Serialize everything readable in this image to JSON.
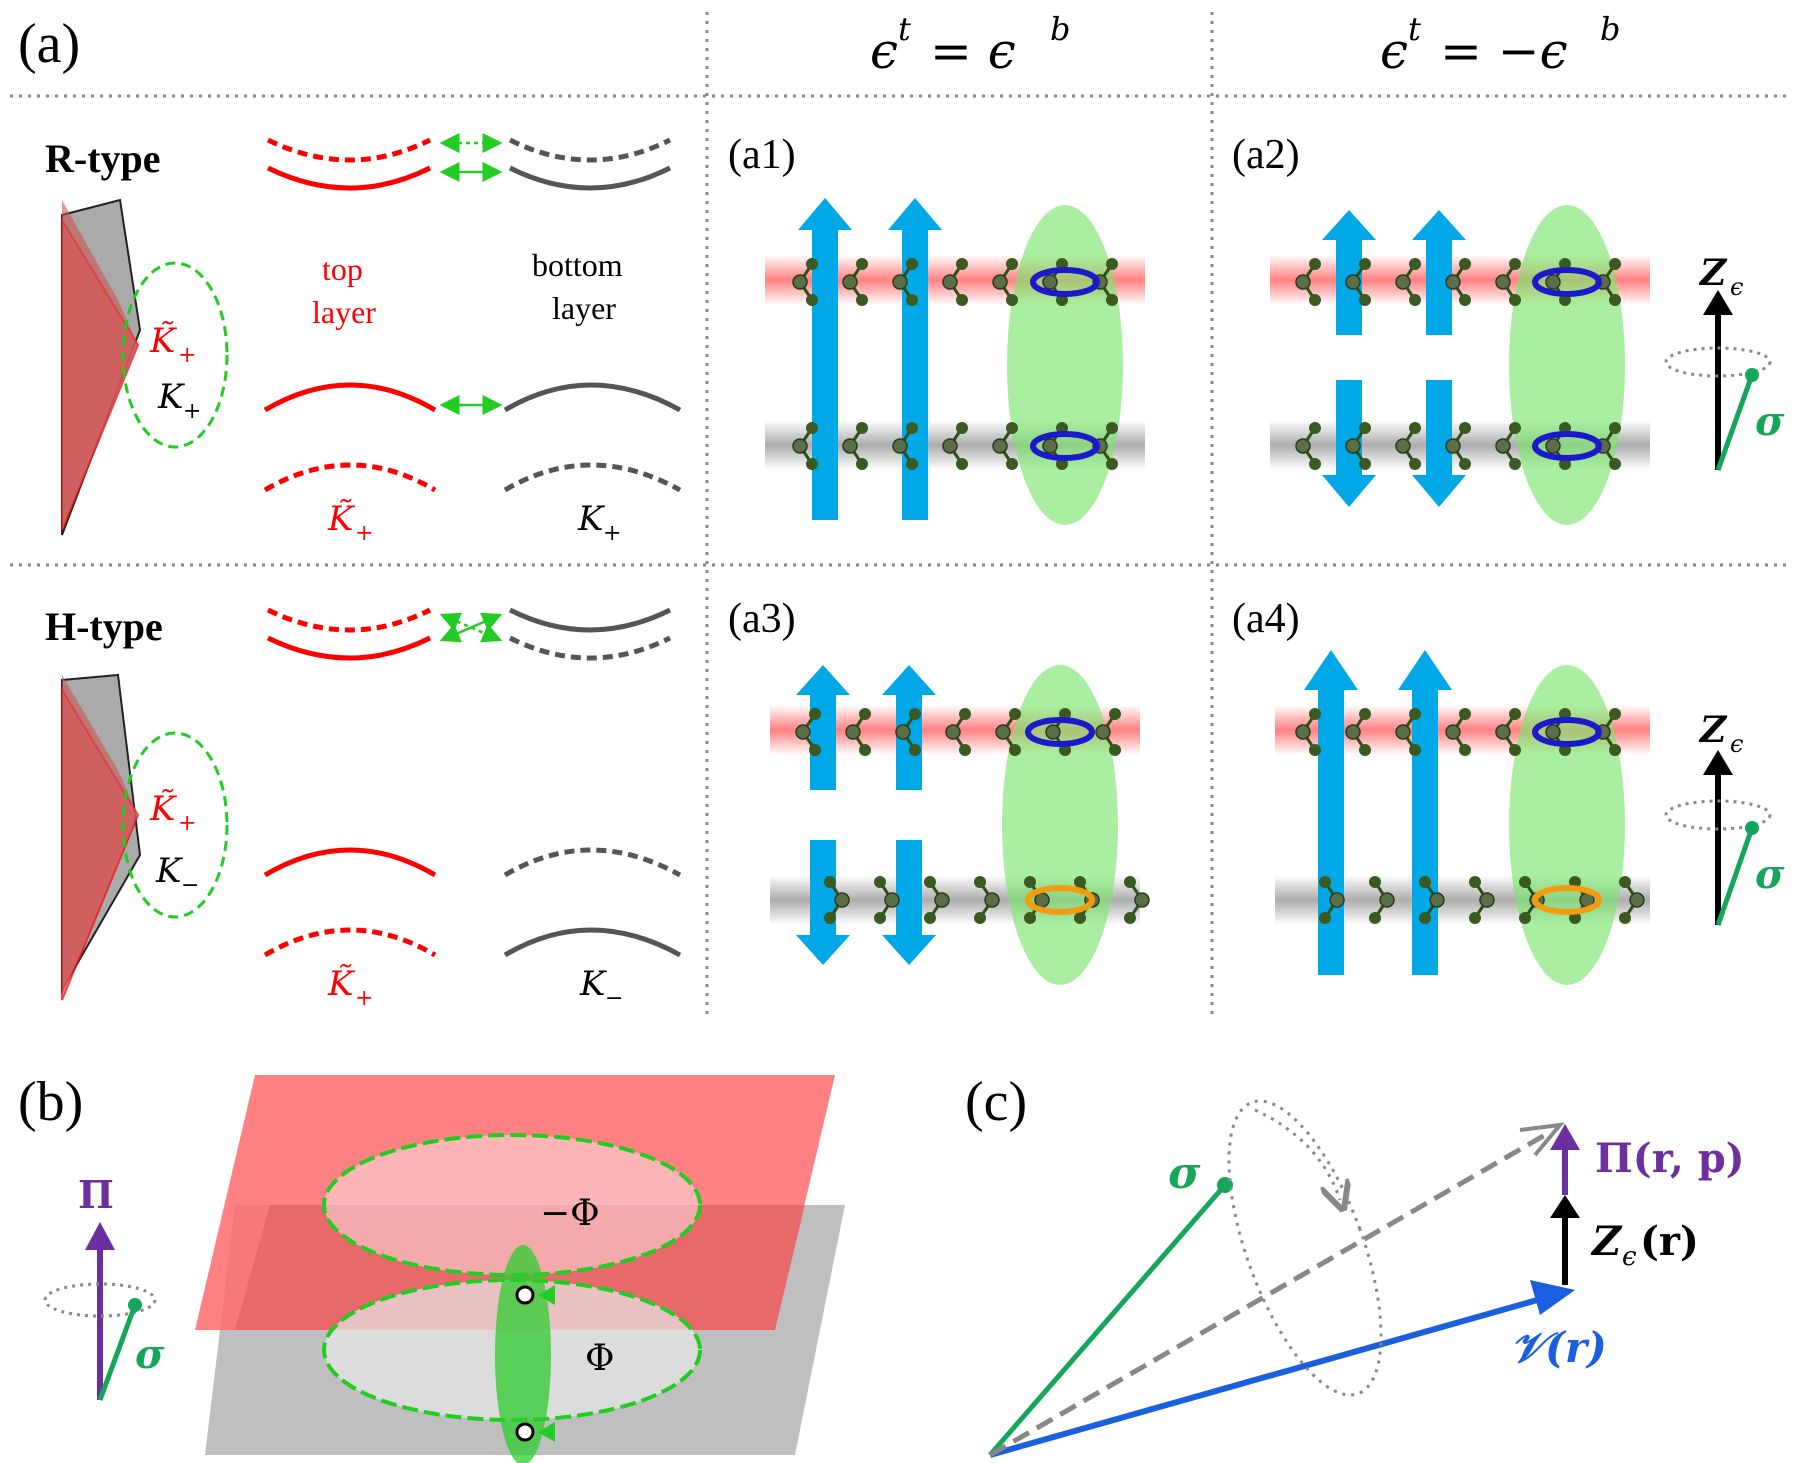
{
  "panel_labels": {
    "a": "(a)",
    "a1": "(a1)",
    "a2": "(a2)",
    "a3": "(a3)",
    "a4": "(a4)",
    "b": "(b)",
    "c": "(c)"
  },
  "columns": {
    "col1": "ϵ",
    "col1_sup": "t",
    "col1_eq": "= ϵ",
    "col1_sup2": "b",
    "col2": "ϵ",
    "col2_sup": "t",
    "col2_eq": "= −ϵ",
    "col2_sup2": "b"
  },
  "rows": {
    "r_type": "R-type",
    "h_type": "H-type"
  },
  "layers": {
    "top_line1": "top",
    "top_line2": "layer",
    "bottom_line1": "bottom",
    "bottom_line2": "layer"
  },
  "valleys": {
    "kt_plus": "K̃",
    "sub_plus": "+",
    "k": "K",
    "sub_minus": "−"
  },
  "symbols": {
    "z_eps": "Z",
    "z_sub": "ϵ",
    "sigma": "σ",
    "pi": "Π",
    "phi": "Φ",
    "minus_phi": "−Φ",
    "pi_rp": "Π(r, p)",
    "z_r": "(r)",
    "v_r": "𝒱(r)"
  },
  "colors": {
    "red": "#ff0000",
    "gray": "#555555",
    "green": "#22cc22",
    "cyan": "#00a8e8",
    "blue": "#1a5fe0",
    "purple": "#6b2fa0",
    "teal": "#14a65a",
    "orange": "#f39c12",
    "dark_blue": "#1a1acc"
  }
}
